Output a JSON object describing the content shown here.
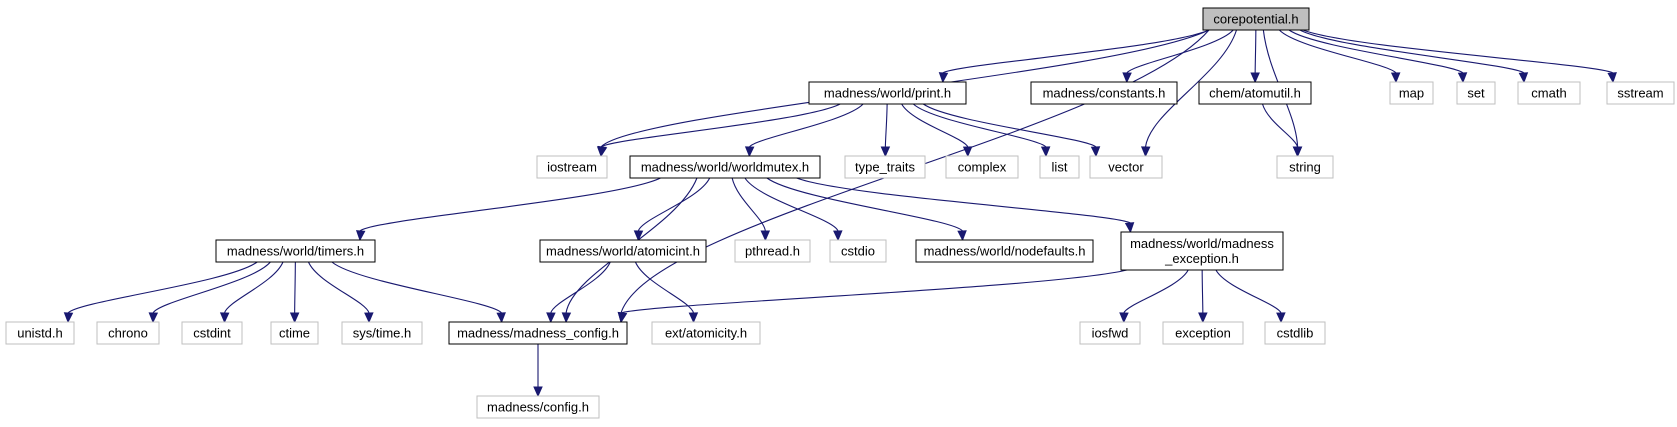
{
  "colors": {
    "edge": "#191970",
    "root_fill": "#bfbfbf",
    "project_border": "#000000",
    "external_border": "#bfbfbf",
    "background": "#ffffff"
  },
  "nodes": [
    {
      "id": "corepotential",
      "lines": [
        "corepotential.h"
      ],
      "kind": "root"
    },
    {
      "id": "print",
      "lines": [
        "madness/world/print.h"
      ],
      "kind": "project"
    },
    {
      "id": "constants",
      "lines": [
        "madness/constants.h"
      ],
      "kind": "project"
    },
    {
      "id": "atomutil",
      "lines": [
        "chem/atomutil.h"
      ],
      "kind": "project"
    },
    {
      "id": "map",
      "lines": [
        "map"
      ],
      "kind": "external"
    },
    {
      "id": "set",
      "lines": [
        "set"
      ],
      "kind": "external"
    },
    {
      "id": "cmath",
      "lines": [
        "cmath"
      ],
      "kind": "external"
    },
    {
      "id": "sstream",
      "lines": [
        "sstream"
      ],
      "kind": "external"
    },
    {
      "id": "iostream",
      "lines": [
        "iostream"
      ],
      "kind": "external"
    },
    {
      "id": "worldmutex",
      "lines": [
        "madness/world/worldmutex.h"
      ],
      "kind": "project"
    },
    {
      "id": "type_traits",
      "lines": [
        "type_traits"
      ],
      "kind": "external"
    },
    {
      "id": "complex",
      "lines": [
        "complex"
      ],
      "kind": "external"
    },
    {
      "id": "list",
      "lines": [
        "list"
      ],
      "kind": "external"
    },
    {
      "id": "vector",
      "lines": [
        "vector"
      ],
      "kind": "external"
    },
    {
      "id": "string",
      "lines": [
        "string"
      ],
      "kind": "external"
    },
    {
      "id": "timers",
      "lines": [
        "madness/world/timers.h"
      ],
      "kind": "project"
    },
    {
      "id": "atomicint",
      "lines": [
        "madness/world/atomicint.h"
      ],
      "kind": "project"
    },
    {
      "id": "pthread",
      "lines": [
        "pthread.h"
      ],
      "kind": "external"
    },
    {
      "id": "cstdio",
      "lines": [
        "cstdio"
      ],
      "kind": "external"
    },
    {
      "id": "nodefaults",
      "lines": [
        "madness/world/nodefaults.h"
      ],
      "kind": "project"
    },
    {
      "id": "madness_exception",
      "lines": [
        "madness/world/madness",
        "_exception.h"
      ],
      "kind": "project"
    },
    {
      "id": "unistd",
      "lines": [
        "unistd.h"
      ],
      "kind": "external"
    },
    {
      "id": "chrono",
      "lines": [
        "chrono"
      ],
      "kind": "external"
    },
    {
      "id": "cstdint",
      "lines": [
        "cstdint"
      ],
      "kind": "external"
    },
    {
      "id": "ctime",
      "lines": [
        "ctime"
      ],
      "kind": "external"
    },
    {
      "id": "systime",
      "lines": [
        "sys/time.h"
      ],
      "kind": "external"
    },
    {
      "id": "madness_config",
      "lines": [
        "madness/madness_config.h"
      ],
      "kind": "project"
    },
    {
      "id": "atomicity",
      "lines": [
        "ext/atomicity.h"
      ],
      "kind": "external"
    },
    {
      "id": "iosfwd",
      "lines": [
        "iosfwd"
      ],
      "kind": "external"
    },
    {
      "id": "exception",
      "lines": [
        "exception"
      ],
      "kind": "external"
    },
    {
      "id": "cstdlib",
      "lines": [
        "cstdlib"
      ],
      "kind": "external"
    },
    {
      "id": "config",
      "lines": [
        "madness/config.h"
      ],
      "kind": "external"
    }
  ],
  "edges": [
    [
      "corepotential",
      "print"
    ],
    [
      "corepotential",
      "constants"
    ],
    [
      "corepotential",
      "atomutil"
    ],
    [
      "corepotential",
      "map"
    ],
    [
      "corepotential",
      "set"
    ],
    [
      "corepotential",
      "cmath"
    ],
    [
      "corepotential",
      "sstream"
    ],
    [
      "corepotential",
      "iostream"
    ],
    [
      "corepotential",
      "vector"
    ],
    [
      "corepotential",
      "string"
    ],
    [
      "corepotential",
      "madness_config"
    ],
    [
      "print",
      "iostream"
    ],
    [
      "print",
      "worldmutex"
    ],
    [
      "print",
      "type_traits"
    ],
    [
      "print",
      "complex"
    ],
    [
      "print",
      "list"
    ],
    [
      "print",
      "vector"
    ],
    [
      "atomutil",
      "string"
    ],
    [
      "worldmutex",
      "timers"
    ],
    [
      "worldmutex",
      "madness_config"
    ],
    [
      "worldmutex",
      "atomicint"
    ],
    [
      "worldmutex",
      "pthread"
    ],
    [
      "worldmutex",
      "cstdio"
    ],
    [
      "worldmutex",
      "nodefaults"
    ],
    [
      "worldmutex",
      "madness_exception"
    ],
    [
      "timers",
      "unistd"
    ],
    [
      "timers",
      "chrono"
    ],
    [
      "timers",
      "cstdint"
    ],
    [
      "timers",
      "ctime"
    ],
    [
      "timers",
      "systime"
    ],
    [
      "timers",
      "madness_config"
    ],
    [
      "atomicint",
      "madness_config"
    ],
    [
      "atomicint",
      "atomicity"
    ],
    [
      "madness_exception",
      "madness_config"
    ],
    [
      "madness_exception",
      "iosfwd"
    ],
    [
      "madness_exception",
      "exception"
    ],
    [
      "madness_exception",
      "cstdlib"
    ],
    [
      "madness_config",
      "config"
    ]
  ]
}
